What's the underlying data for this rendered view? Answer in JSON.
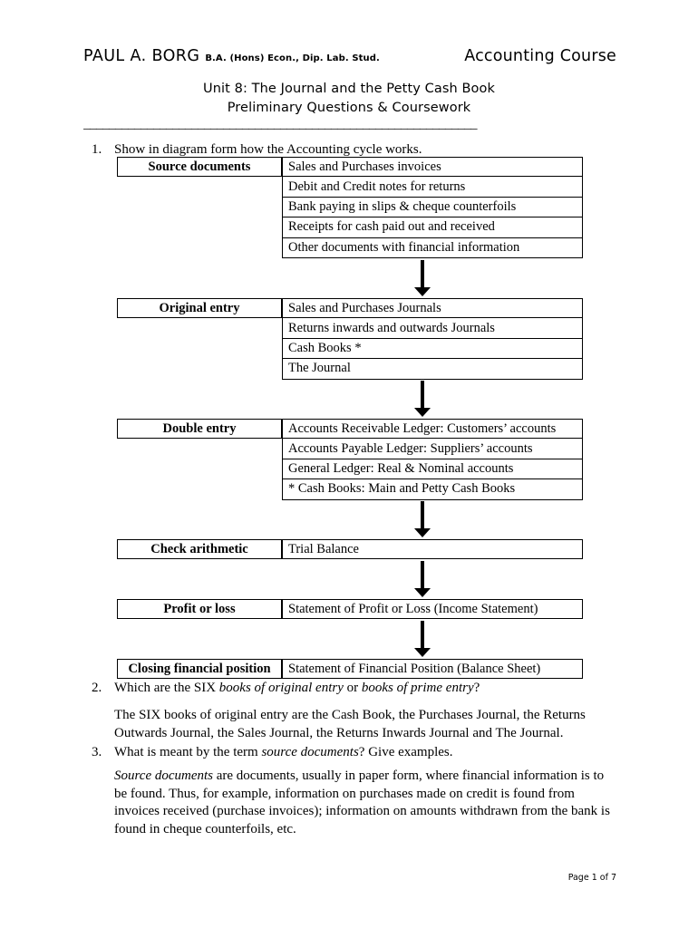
{
  "header": {
    "author_name": "PAUL A. BORG",
    "author_qualifications": "B.A. (Hons) Econ., Dip. Lab. Stud.",
    "course_title": "Accounting Course",
    "subtitle_line1": "Unit 8: The Journal and the Petty Cash Book",
    "subtitle_line2": "Preliminary Questions & Coursework",
    "rule": "______________________________________________________________"
  },
  "questions": {
    "q1": {
      "number": "1.",
      "text": "Show in diagram form how the Accounting cycle works."
    },
    "q2": {
      "number": "2.",
      "prefix": "Which are the SIX ",
      "italic1": "books of original entry",
      "middle": " or ",
      "italic2": "books of prime entry",
      "suffix": "?",
      "answer": "The SIX books of original entry are the Cash Book, the Purchases Journal, the Returns Outwards Journal, the Sales Journal, the Returns Inwards Journal and The Journal."
    },
    "q3": {
      "number": "3.",
      "prefix": "What is meant by the term ",
      "italic1": "source documents",
      "suffix": "? Give examples.",
      "answer_italic": "Source documents",
      "answer_rest": " are documents, usually in paper form, where financial information is to be found. Thus, for example, information on purchases made on credit is found from invoices received (purchase invoices); information on amounts withdrawn from the bank is found in cheque counterfoils, etc."
    }
  },
  "diagram": {
    "blocks": [
      {
        "label": "Source documents",
        "rows": [
          "Sales and Purchases invoices",
          "Debit and Credit notes for returns",
          "Bank paying in slips & cheque counterfoils",
          "Receipts for cash paid out and received",
          "Other documents with financial information"
        ]
      },
      {
        "label": "Original entry",
        "rows": [
          "Sales and Purchases Journals",
          "Returns inwards and outwards Journals",
          "Cash Books *",
          "The Journal"
        ]
      },
      {
        "label": "Double entry",
        "rows": [
          "Accounts Receivable Ledger: Customers’ accounts",
          "Accounts Payable Ledger: Suppliers’ accounts",
          "General Ledger: Real & Nominal accounts",
          "* Cash Books: Main and Petty Cash Books"
        ]
      },
      {
        "label": "Check arithmetic",
        "rows": [
          "Trial Balance"
        ]
      },
      {
        "label": "Profit or loss",
        "rows": [
          "Statement of Profit or Loss (Income Statement)"
        ]
      },
      {
        "label": "Closing financial position",
        "rows": [
          "Statement of Financial Position (Balance Sheet)"
        ]
      }
    ]
  },
  "footer": {
    "page_label": "Page 1 of 7"
  }
}
